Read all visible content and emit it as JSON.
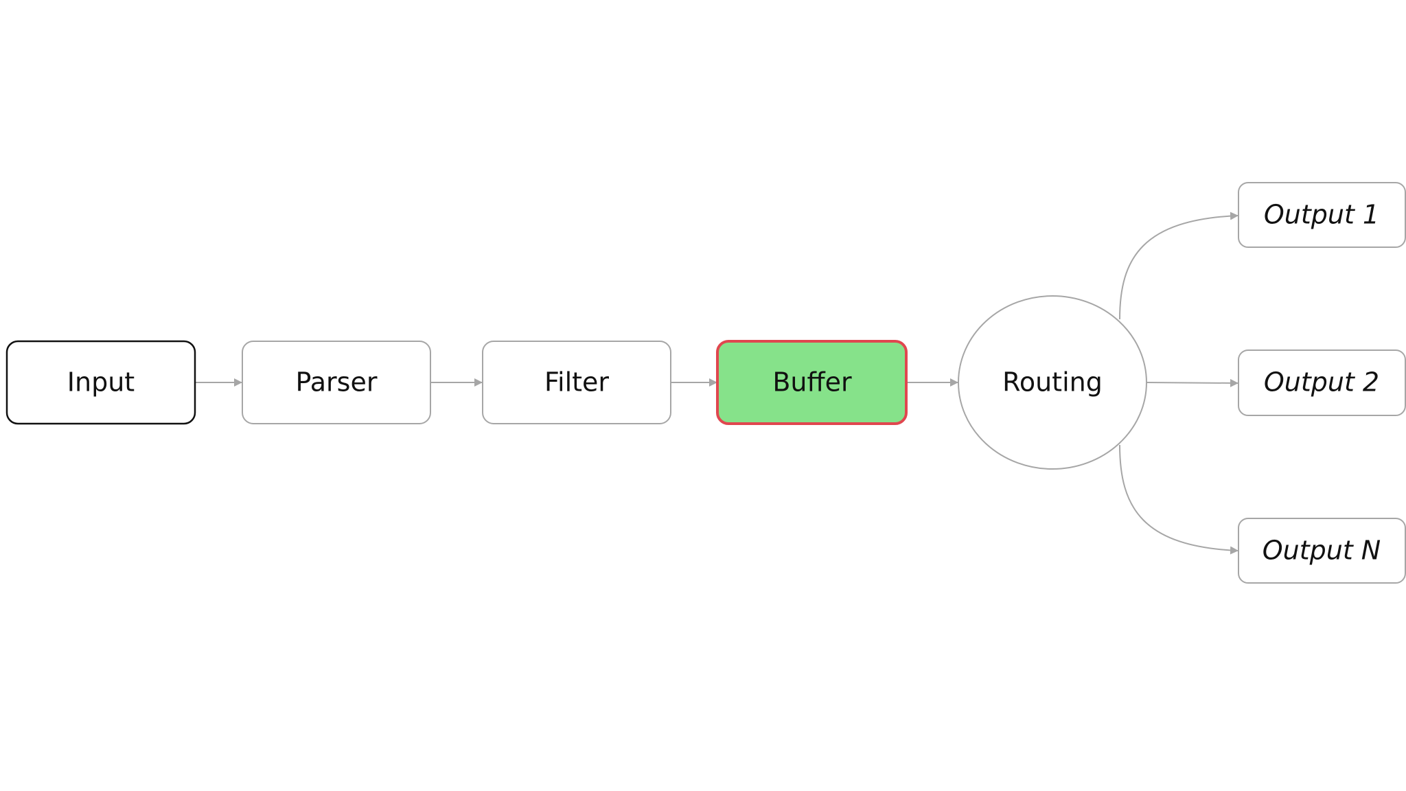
{
  "diagram": {
    "nodes": {
      "input": {
        "label": "Input"
      },
      "parser": {
        "label": "Parser"
      },
      "filter": {
        "label": "Filter"
      },
      "buffer": {
        "label": "Buffer",
        "fill": "#86e28a",
        "stroke": "#e0474f"
      },
      "routing": {
        "label": "Routing"
      },
      "output1": {
        "label": "Output 1"
      },
      "output2": {
        "label": "Output 2"
      },
      "outputN": {
        "label": "Output N"
      }
    },
    "edges": [
      {
        "from": "input",
        "to": "parser"
      },
      {
        "from": "parser",
        "to": "filter"
      },
      {
        "from": "filter",
        "to": "buffer"
      },
      {
        "from": "buffer",
        "to": "routing"
      },
      {
        "from": "routing",
        "to": "output1"
      },
      {
        "from": "routing",
        "to": "output2"
      },
      {
        "from": "routing",
        "to": "outputN"
      }
    ],
    "colors": {
      "edge": "#a6a6a6",
      "node_border": "#a6a6a6",
      "input_border": "#111111",
      "text": "#111111"
    }
  }
}
